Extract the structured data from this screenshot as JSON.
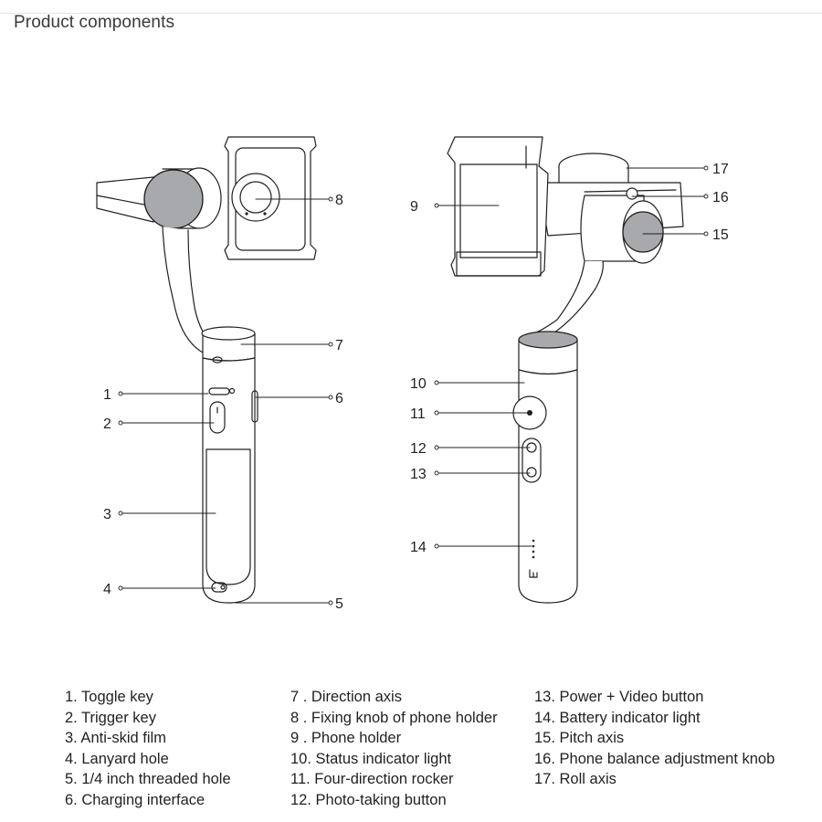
{
  "header": {
    "title": "Product components"
  },
  "callouts": [
    "1",
    "2",
    "3",
    "4",
    "5",
    "6",
    "7",
    "8",
    "9",
    "10",
    "11",
    "12",
    "13",
    "14",
    "15",
    "16",
    "17"
  ],
  "legend": {
    "col1": [
      "1. Toggle key",
      "2. Trigger key",
      "3. Anti-skid film",
      "4. Lanyard hole",
      "5. 1/4 inch threaded hole",
      "6. Charging interface"
    ],
    "col2": [
      "7 . Direction axis",
      "8 . Fixing knob of phone holder",
      "9 . Phone holder",
      "10. Status indicator light",
      "11. Four-direction rocker",
      "12. Photo-taking button"
    ],
    "col3": [
      "13. Power + Video button",
      "14. Battery indicator light",
      "15. Pitch axis",
      "16. Phone balance adjustment knob",
      "17. Roll axis"
    ]
  },
  "colors": {
    "line": "#231f20",
    "knob_fill": "#a7a9ac",
    "text": "#231f20"
  }
}
